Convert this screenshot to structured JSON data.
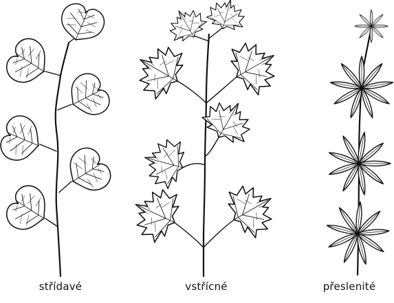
{
  "figure": {
    "panels": [
      {
        "key": "alternate",
        "label": "střídavé"
      },
      {
        "key": "opposite",
        "label": "vstřícné"
      },
      {
        "key": "whorled",
        "label": "přeslenité"
      }
    ]
  }
}
